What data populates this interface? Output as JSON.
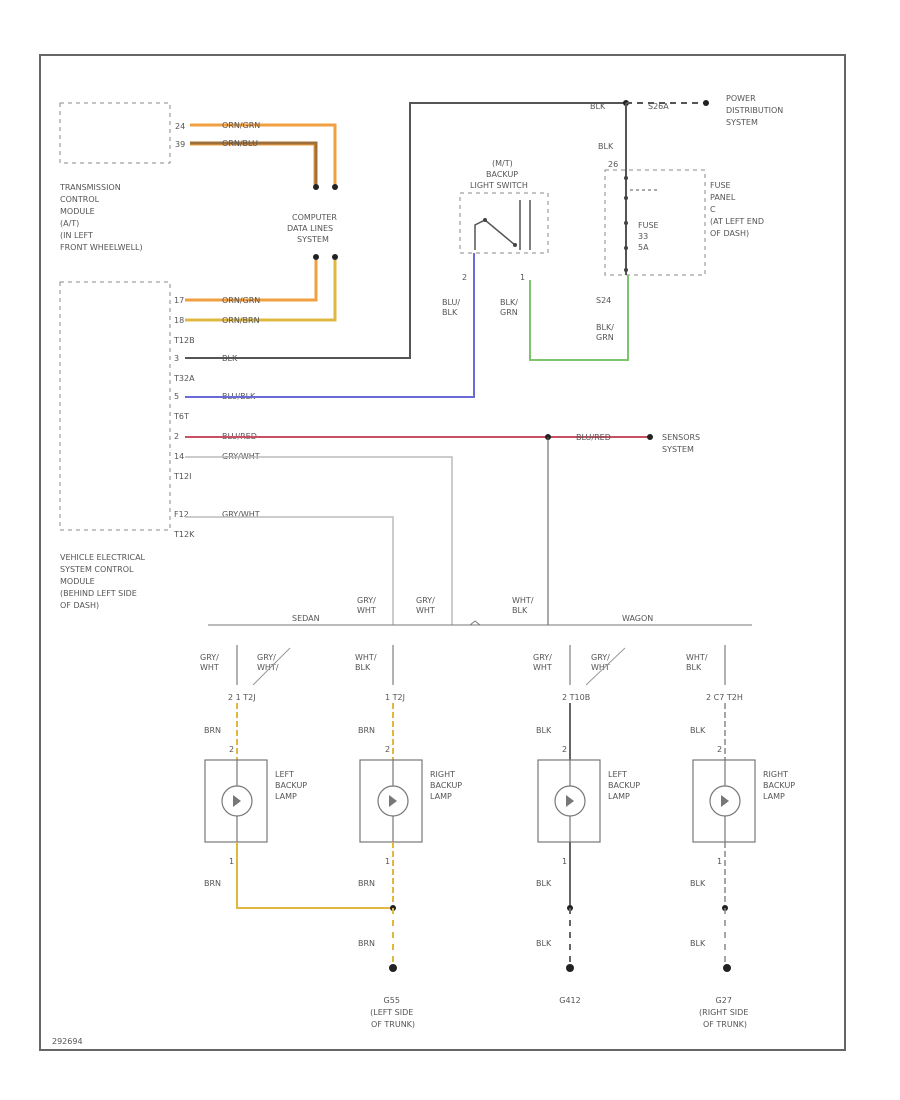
{
  "colors": {
    "border": "#666666",
    "wire_black": "#555555",
    "wire_orange": "#f0a040",
    "wire_brown": "#a0703a",
    "wire_blue": "#6b6bd8",
    "wire_red": "#c85060",
    "wire_green": "#7dc46e",
    "wire_yellow": "#e0b840",
    "wire_gray": "#bbbbbb",
    "text": "#555555"
  },
  "components": {
    "tcm": {
      "label": [
        "TRANSMISSION",
        "CONTROL",
        "MODULE",
        "(A/T)",
        "(IN LEFT",
        "FRONT WHEELWELL)"
      ]
    },
    "computer_data": {
      "label": [
        "COMPUTER",
        "DATA LINES",
        "SYSTEM"
      ]
    },
    "power_dist": {
      "label": [
        "POWER",
        "DISTRIBUTION",
        "SYSTEM"
      ]
    },
    "fuse_panel": {
      "label": [
        "FUSE",
        "PANEL",
        "C",
        "(AT LEFT END",
        "OF DASH)"
      ]
    },
    "fuse": {
      "label": [
        "FUSE",
        "33",
        "5A"
      ]
    },
    "backup_switch": {
      "label": [
        "(M/T)",
        "BACKUP",
        "LIGHT SWITCH"
      ]
    },
    "vescm": {
      "label": [
        "VEHICLE ELECTRICAL",
        "SYSTEM CONTROL",
        "MODULE",
        "(BEHIND LEFT SIDE",
        "OF DASH)"
      ]
    },
    "sensors": {
      "label": [
        "SENSORS",
        "SYSTEM"
      ]
    },
    "lamps": [
      {
        "label": [
          "LEFT",
          "BACKUP",
          "LAMP"
        ]
      },
      {
        "label": [
          "RIGHT",
          "BACKUP",
          "LAMP"
        ]
      },
      {
        "label": [
          "LEFT",
          "BACKUP",
          "LAMP"
        ]
      },
      {
        "label": [
          "RIGHT",
          "BACKUP",
          "LAMP"
        ]
      }
    ],
    "grounds": [
      {
        "label": [
          "G55",
          "(LEFT SIDE",
          "OF TRUNK)"
        ]
      },
      {
        "label": [
          "G412"
        ]
      },
      {
        "label": [
          "G27",
          "(RIGHT SIDE",
          "OF TRUNK)"
        ]
      }
    ]
  },
  "wires": {
    "tcm_pin1": "24",
    "tcm_pin2": "39",
    "tcm_w1": "ORN/GRN",
    "tcm_w2": "ORN/BLU",
    "ve_pin1": "17",
    "ve_pin2": "18",
    "ve_w1": "ORN/GRN",
    "ve_w2": "ORN/BRN",
    "ve_conn1": "T12B",
    "ve_pin3": "3",
    "ve_w3": "BLK",
    "ve_conn2": "T32A",
    "ve_pin4": "5",
    "ve_w4": "BLU/BLK",
    "ve_conn3": "T6T",
    "ve_pin5": "2",
    "ve_w5": "BLU/RED",
    "ve_pin6": "14",
    "ve_w6": "GRY/WHT",
    "ve_conn4": "T12I",
    "ve_pin7": "F12",
    "ve_w7": "GRY/WHT",
    "ve_conn5": "T12K",
    "blk_top": "BLK",
    "s26a": "S26A",
    "blk_fuse": "BLK",
    "fp_pin": "26",
    "s24": "S24",
    "blk_grn": [
      "BLK/",
      "GRN"
    ],
    "sw_pin_a": "2",
    "sw_pin_b": "1",
    "blu_blk": [
      "BLU/",
      "BLK"
    ],
    "blk_grn_sw": [
      "BLK/",
      "GRN"
    ],
    "sensor_wire": "BLU/RED",
    "bus_gry1": [
      "GRY/",
      "WHT"
    ],
    "bus_gry2": [
      "GRY/",
      "WHT"
    ],
    "bus_wht": [
      "WHT/",
      "BLK"
    ],
    "sedan": "SEDAN",
    "wagon": "WAGON",
    "c1_a": [
      "GRY/",
      "WHT"
    ],
    "c1_b": [
      "GRY/",
      "WHT/"
    ],
    "c1_conn": "2  1  T2J",
    "c1_brn": "BRN",
    "c2_a": [
      "WHT/",
      "BLK"
    ],
    "c2_conn": "1  T2J",
    "c2_brn": "BRN",
    "c3_a": [
      "GRY/",
      "WHT"
    ],
    "c3_b": [
      "GRY/",
      "WHT"
    ],
    "c3_conn": "2  T10B",
    "c3_blk": "BLK",
    "c4_a": [
      "WHT/",
      "BLK"
    ],
    "c4_conn": "2  C7 T2H",
    "c4_blk": "BLK",
    "lamp_pin_top": "2",
    "lamp_pin_bot": "1",
    "bot_brn1": "BRN",
    "bot_brn2": "BRN",
    "bot_blk3": "BLK",
    "bot_blk4": "BLK",
    "gnd_brn": "BRN",
    "gnd_blk3": "BLK",
    "gnd_blk4": "BLK"
  },
  "footer_code": "292694"
}
